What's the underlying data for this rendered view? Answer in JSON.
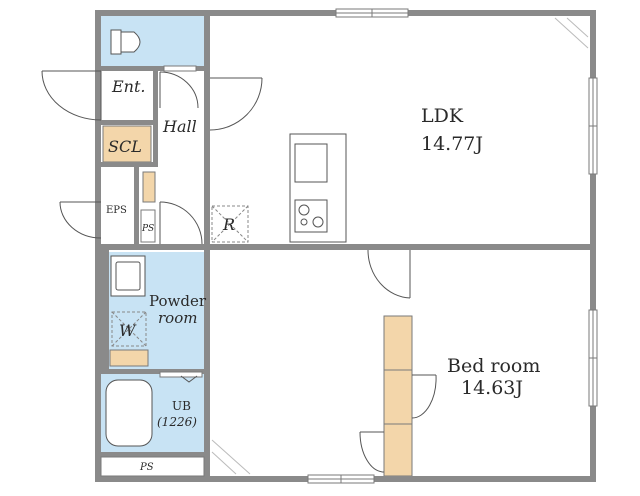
{
  "rooms": {
    "ldk_name": "LDK",
    "ldk_size": "14.77J",
    "bedroom_name": "Bed room",
    "bedroom_size": "14.63J",
    "hall": "Hall",
    "entrance": "Ent.",
    "scl": "SCL",
    "eps": "EPS",
    "ps_small": "PS",
    "ps_bottom": "PS",
    "fridge": "R",
    "powder_line1": "Powder",
    "powder_line2": "room",
    "washer": "W",
    "ub_line1": "UB",
    "ub_line2": "(1226)"
  },
  "colors": {
    "wet_area": "#c8e3f4",
    "storage": "#f3d6aa",
    "wall": "#8a8a8a"
  }
}
